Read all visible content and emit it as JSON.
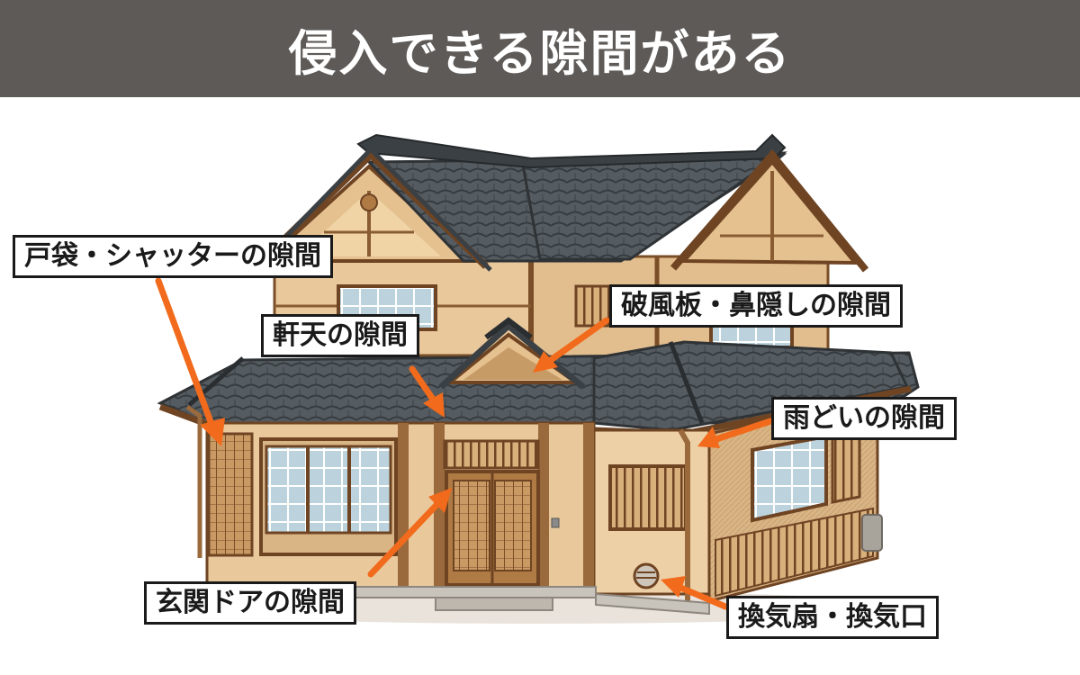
{
  "header": {
    "title": "侵入できる隙間がある"
  },
  "labels": {
    "door_pocket": "戸袋・シャッターの隙間",
    "eaves_ceiling": "軒天の隙間",
    "barge_board": "破風板・鼻隠しの隙間",
    "gutter": "雨どいの隙間",
    "entrance_door": "玄関ドアの隙間",
    "ventilation": "換気扇・換気口"
  },
  "colors": {
    "header_bg": "#5e5a57",
    "arrow": "#f26a1b",
    "roof": "#4f5559",
    "wall": "#e9c89c",
    "wood": "#9a6a3c"
  }
}
